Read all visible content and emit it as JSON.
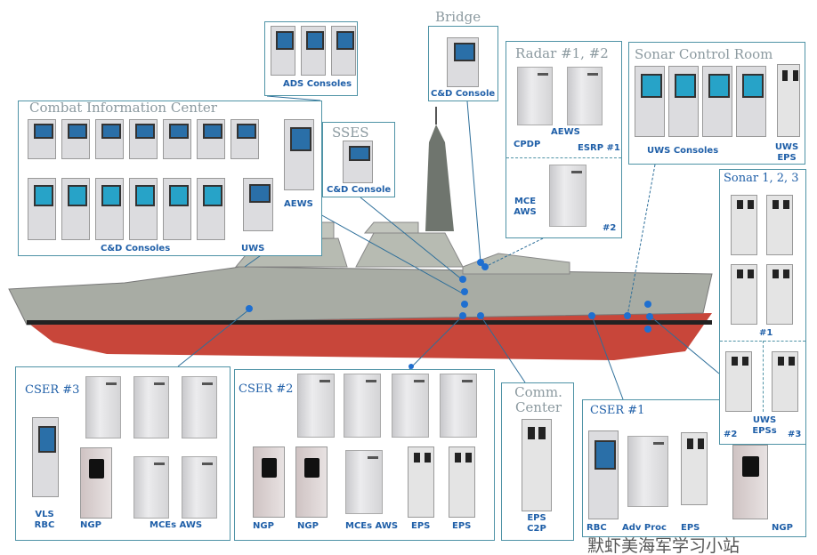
{
  "title_bridge": "Bridge",
  "ads": {
    "label": "ADS Consoles"
  },
  "cic": {
    "title": "Combat Information Center",
    "cd_label": "C&D Consoles",
    "uws_label": "UWS",
    "aews_label": "AEWS"
  },
  "sses": {
    "title": "SSES",
    "label": "C&D Console"
  },
  "bridge": {
    "label": "C&D Console"
  },
  "radar": {
    "title": "Radar  #1, #2",
    "cpdp": "CPDP",
    "aews": "AEWS",
    "esrp": "ESRP #1",
    "mce": "MCE AWS",
    "num2": "#2"
  },
  "sonar_room": {
    "title": "Sonar Control Room",
    "consoles": "UWS Consoles",
    "eps": "UWS EPS"
  },
  "sonar123": {
    "title": "Sonar 1, 2, 3",
    "n1": "#1",
    "n2": "#2",
    "eps": "UWS EPSs",
    "n3": "#3"
  },
  "cser3": {
    "title": "CSER #3",
    "vls": "VLS RBC",
    "ngp": "NGP",
    "mces": "MCEs AWS"
  },
  "cser2": {
    "title": "CSER  #2",
    "ngp1": "NGP",
    "ngp2": "NGP",
    "mces": "MCEs AWS",
    "eps1": "EPS",
    "eps2": "EPS"
  },
  "comm": {
    "title": "Comm. Center",
    "label": "EPS C2P"
  },
  "cser1": {
    "title": "CSER #1",
    "rbc": "RBC",
    "adv": "Adv Proc",
    "eps": "EPS",
    "ngp": "NGP"
  },
  "watermark": "默虾美海军学习小站",
  "colors": {
    "border": "#4f93a6",
    "label": "#1f5fa8",
    "hull": "#c8463a",
    "dot": "#1f6fd0"
  }
}
